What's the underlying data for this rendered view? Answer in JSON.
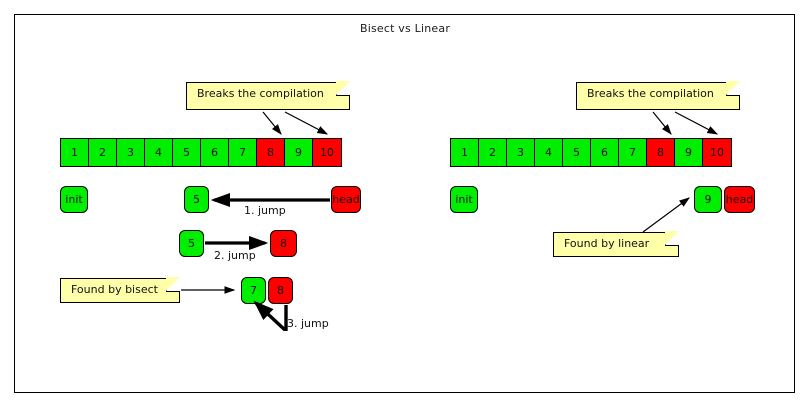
{
  "diagram": {
    "title": "Bisect vs Linear",
    "frame": {
      "border_color": "#000000",
      "background": "#ffffff"
    }
  },
  "colors": {
    "good": "#00ee00",
    "bad": "#ff0000",
    "note": "#ffffaa",
    "stroke": "#000000"
  },
  "left_panel": {
    "name": "bisect",
    "note": {
      "text": "Breaks the compilation"
    },
    "array": {
      "cells": [
        {
          "label": "1",
          "state": "good"
        },
        {
          "label": "2",
          "state": "good"
        },
        {
          "label": "3",
          "state": "good"
        },
        {
          "label": "4",
          "state": "good"
        },
        {
          "label": "5",
          "state": "good"
        },
        {
          "label": "6",
          "state": "good"
        },
        {
          "label": "7",
          "state": "good"
        },
        {
          "label": "8",
          "state": "bad"
        },
        {
          "label": "9",
          "state": "good"
        },
        {
          "label": "10",
          "state": "bad"
        }
      ]
    },
    "steps": [
      {
        "label": "1. jump",
        "from": {
          "label": "head",
          "state": "bad"
        },
        "to": {
          "label": "5",
          "state": "good"
        }
      },
      {
        "label": "2. jump",
        "from": {
          "label": "5",
          "state": "good"
        },
        "to": {
          "label": "8",
          "state": "bad"
        }
      },
      {
        "label": "3. jump",
        "from": {
          "label": "8",
          "state": "bad"
        },
        "to": {
          "label": "7",
          "state": "good"
        }
      }
    ],
    "init_node": {
      "label": "init",
      "state": "good"
    },
    "result_note": {
      "text": "Found by bisect"
    },
    "result_nodes": [
      {
        "label": "7",
        "state": "good"
      },
      {
        "label": "8",
        "state": "bad"
      }
    ]
  },
  "right_panel": {
    "name": "linear",
    "note": {
      "text": "Breaks the compilation"
    },
    "array": {
      "cells": [
        {
          "label": "1",
          "state": "good"
        },
        {
          "label": "2",
          "state": "good"
        },
        {
          "label": "3",
          "state": "good"
        },
        {
          "label": "4",
          "state": "good"
        },
        {
          "label": "5",
          "state": "good"
        },
        {
          "label": "6",
          "state": "good"
        },
        {
          "label": "7",
          "state": "good"
        },
        {
          "label": "8",
          "state": "bad"
        },
        {
          "label": "9",
          "state": "good"
        },
        {
          "label": "10",
          "state": "bad"
        }
      ]
    },
    "init_node": {
      "label": "init",
      "state": "good"
    },
    "result_note": {
      "text": "Found by linear"
    },
    "result_nodes": [
      {
        "label": "9",
        "state": "good"
      },
      {
        "label": "head",
        "state": "bad"
      }
    ]
  }
}
